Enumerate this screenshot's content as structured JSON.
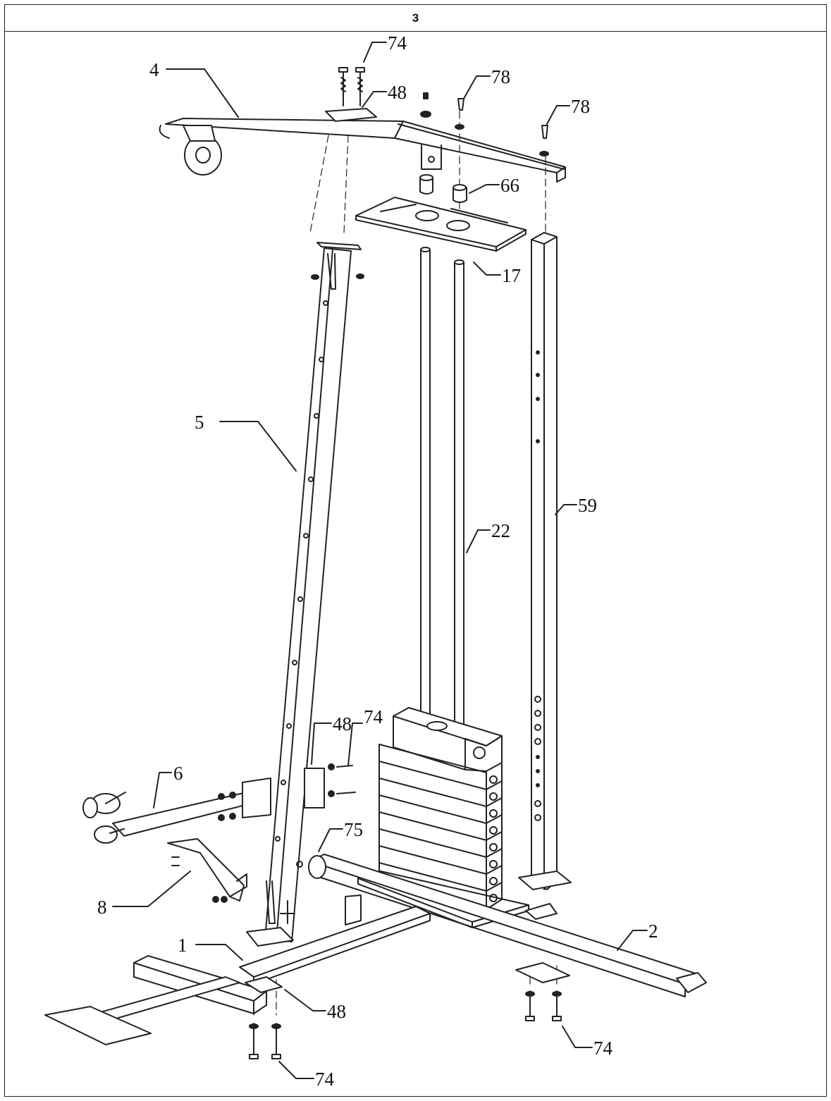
{
  "step": {
    "number": "3"
  },
  "callouts": [
    {
      "id": "c-74-top",
      "text": "74"
    },
    {
      "id": "c-4",
      "text": "4"
    },
    {
      "id": "c-48-top",
      "text": "48"
    },
    {
      "id": "c-78-a",
      "text": "78"
    },
    {
      "id": "c-78-b",
      "text": "78"
    },
    {
      "id": "c-66",
      "text": "66"
    },
    {
      "id": "c-17",
      "text": "17"
    },
    {
      "id": "c-5",
      "text": "5"
    },
    {
      "id": "c-59",
      "text": "59"
    },
    {
      "id": "c-22",
      "text": "22"
    },
    {
      "id": "c-48-mid",
      "text": "48"
    },
    {
      "id": "c-74-mid",
      "text": "74"
    },
    {
      "id": "c-6",
      "text": "6"
    },
    {
      "id": "c-75",
      "text": "75"
    },
    {
      "id": "c-8",
      "text": "8"
    },
    {
      "id": "c-2",
      "text": "2"
    },
    {
      "id": "c-1",
      "text": "1"
    },
    {
      "id": "c-48-bot",
      "text": "48"
    },
    {
      "id": "c-74-right",
      "text": "74"
    },
    {
      "id": "c-74-bot",
      "text": "74"
    }
  ]
}
